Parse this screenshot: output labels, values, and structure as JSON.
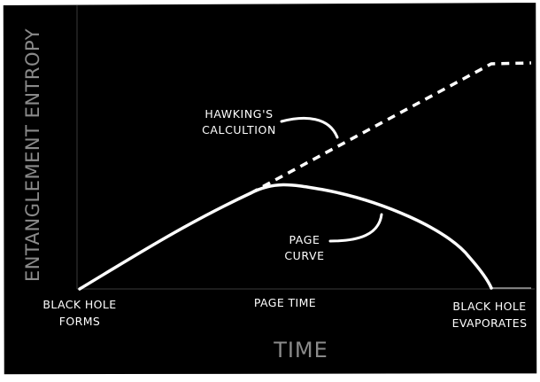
{
  "colors": {
    "panel": "#000000",
    "ink": "#ffffff",
    "axis_label": "#8a8a8a",
    "gridline": "#3a3a3a"
  },
  "axes": {
    "y_label": "ENTANGLEMENT ENTROPY",
    "x_label": "TIME",
    "x_ticks": {
      "start": [
        "BLACK HOLE",
        "FORMS"
      ],
      "middle": [
        "PAGE TIME"
      ],
      "end": [
        "BLACK HOLE",
        "EVAPORATES"
      ]
    }
  },
  "annotations": {
    "hawking": [
      "HAWKING'S",
      "CALCULTION"
    ],
    "page": [
      "PAGE",
      "CURVE"
    ]
  },
  "chart_data": {
    "type": "line",
    "xlabel": "TIME",
    "ylabel": "ENTANGLEMENT ENTROPY",
    "series": [
      {
        "name": "HAWKING'S CALCULTION",
        "style": "dashed",
        "shape": "rises linearly, then plateaus"
      },
      {
        "name": "PAGE CURVE",
        "style": "solid",
        "shape": "rises, peaks at page time, falls to zero at evaporation"
      }
    ]
  }
}
